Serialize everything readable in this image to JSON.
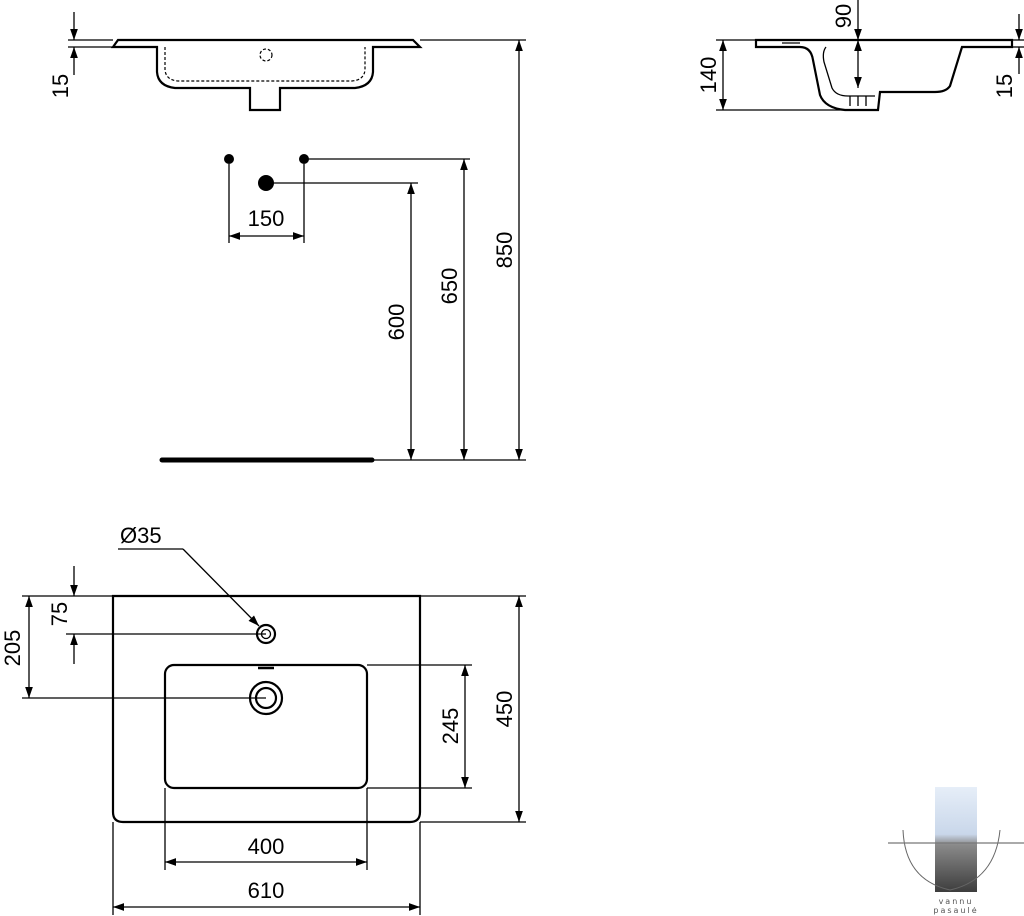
{
  "views": {
    "front_elevation": {
      "dimensions": {
        "rim_thickness": "15",
        "tap_spacing": "150",
        "waste_height": "600",
        "tap_height": "650",
        "rim_height": "850"
      }
    },
    "side_elevation": {
      "dimensions": {
        "bowl_depth": "90",
        "overall_depth": "140",
        "rim_thickness": "15"
      }
    },
    "plan_view": {
      "dimensions": {
        "tap_hole_diameter": "Ø35",
        "tap_hole_offset": "75",
        "waste_offset": "205",
        "bowl_depth": "245",
        "overall_depth": "450",
        "bowl_width": "400",
        "overall_width": "610"
      }
    }
  },
  "watermark": {
    "line1": "vannu",
    "line2": "pasaulė"
  }
}
